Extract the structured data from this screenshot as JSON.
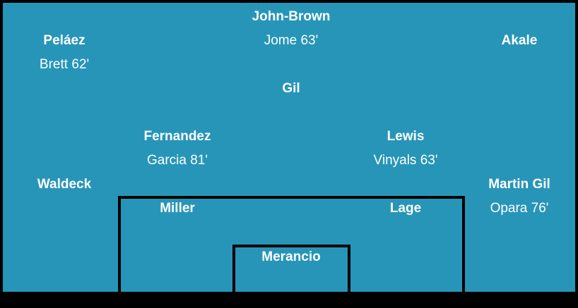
{
  "colors": {
    "pitch": "#2795b8",
    "lines": "#000000",
    "text": "#ffffff"
  },
  "players": {
    "john_brown": {
      "name": "John-Brown",
      "sub": "Jome 63'"
    },
    "pelaez": {
      "name": "Peláez",
      "sub": "Brett 62'"
    },
    "akale": {
      "name": "Akale"
    },
    "gil": {
      "name": "Gil"
    },
    "fernandez": {
      "name": "Fernandez",
      "sub": "Garcia 81'"
    },
    "lewis": {
      "name": "Lewis",
      "sub": "Vinyals 63'"
    },
    "waldeck": {
      "name": "Waldeck"
    },
    "martin_gil": {
      "name": "Martin Gil",
      "sub": "Opara 76'"
    },
    "miller": {
      "name": "Miller"
    },
    "lage": {
      "name": "Lage"
    },
    "merancio": {
      "name": "Merancio"
    }
  }
}
